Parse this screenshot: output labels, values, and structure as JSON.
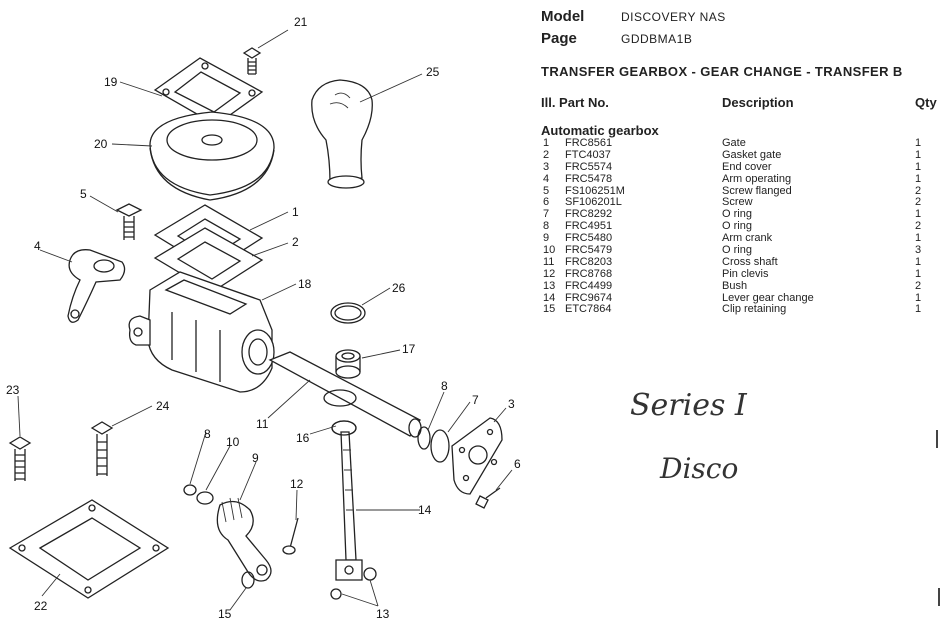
{
  "header": {
    "model_label": "Model",
    "model_value": "DISCOVERY NAS",
    "page_label": "Page",
    "page_value": "GDDBMA1B"
  },
  "title": "TRANSFER GEARBOX - GEAR CHANGE - TRANSFER B",
  "columns": {
    "ill": "Ill. Part No.",
    "desc": "Description",
    "qty": "Qty"
  },
  "group": "Automatic gearbox",
  "parts": [
    {
      "ill": "1",
      "part": "FRC8561",
      "desc": "Gate",
      "qty": "1"
    },
    {
      "ill": "2",
      "part": "FTC4037",
      "desc": "Gasket gate",
      "qty": "1"
    },
    {
      "ill": "3",
      "part": "FRC5574",
      "desc": "End cover",
      "qty": "1"
    },
    {
      "ill": "4",
      "part": "FRC5478",
      "desc": "Arm operating",
      "qty": "1"
    },
    {
      "ill": "5",
      "part": "FS106251M",
      "desc": "Screw flanged",
      "qty": "2"
    },
    {
      "ill": "6",
      "part": "SF106201L",
      "desc": "Screw",
      "qty": "2"
    },
    {
      "ill": "7",
      "part": "FRC8292",
      "desc": "O ring",
      "qty": "1"
    },
    {
      "ill": "8",
      "part": "FRC4951",
      "desc": "O ring",
      "qty": "2"
    },
    {
      "ill": "9",
      "part": "FRC5480",
      "desc": "Arm crank",
      "qty": "1"
    },
    {
      "ill": "10",
      "part": "FRC5479",
      "desc": "O ring",
      "qty": "3"
    },
    {
      "ill": "11",
      "part": "FRC8203",
      "desc": "Cross shaft",
      "qty": "1"
    },
    {
      "ill": "12",
      "part": "FRC8768",
      "desc": "Pin clevis",
      "qty": "1"
    },
    {
      "ill": "13",
      "part": "FRC4499",
      "desc": "Bush",
      "qty": "2"
    },
    {
      "ill": "14",
      "part": "FRC9674",
      "desc": "Lever gear change",
      "qty": "1"
    },
    {
      "ill": "15",
      "part": "ETC7864",
      "desc": "Clip retaining",
      "qty": "1"
    }
  ],
  "handwriting": {
    "line1": "Series I",
    "line2": "Disco"
  },
  "callouts": [
    "21",
    "19",
    "25",
    "20",
    "5",
    "1",
    "4",
    "2",
    "18",
    "26",
    "17",
    "8",
    "7",
    "3",
    "23",
    "24",
    "11",
    "16",
    "10",
    "9",
    "6",
    "12",
    "14",
    "22",
    "15",
    "13"
  ]
}
